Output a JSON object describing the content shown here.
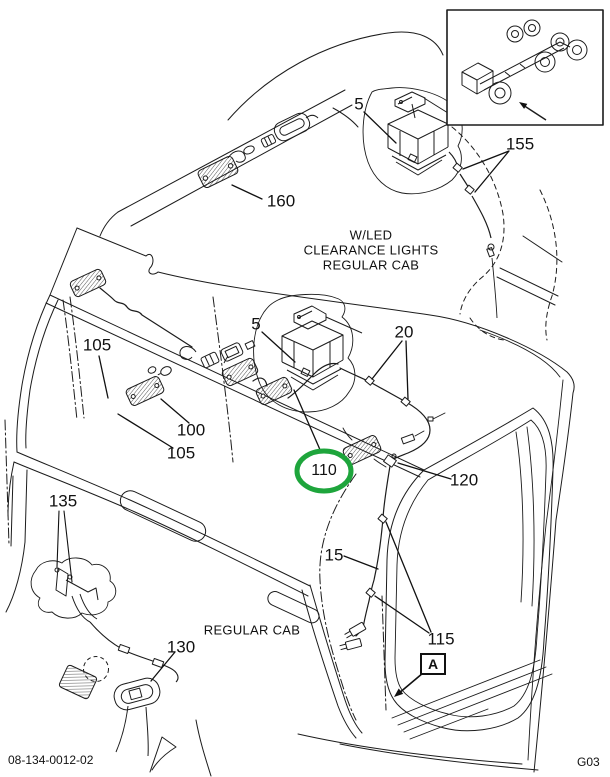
{
  "footer": {
    "left_code": "08-134-0012-02",
    "right_code": "G03"
  },
  "captions": {
    "wled_line1": "W/LED",
    "wled_line2": "CLEARANCE LIGHTS",
    "wled_line3": "REGULAR CAB",
    "regular_cab": "REGULAR CAB"
  },
  "detail_box_label": "A",
  "highlight": {
    "label": "110",
    "color": "#1ea53c"
  },
  "callouts": {
    "c160": "160",
    "c155": "155",
    "c5_upper": "5",
    "c5_main": "5",
    "c20": "20",
    "c105_upper": "105",
    "c100": "100",
    "c105_lower": "105",
    "c120": "120",
    "c15": "15",
    "c115": "115",
    "c135": "135",
    "c130": "130"
  }
}
